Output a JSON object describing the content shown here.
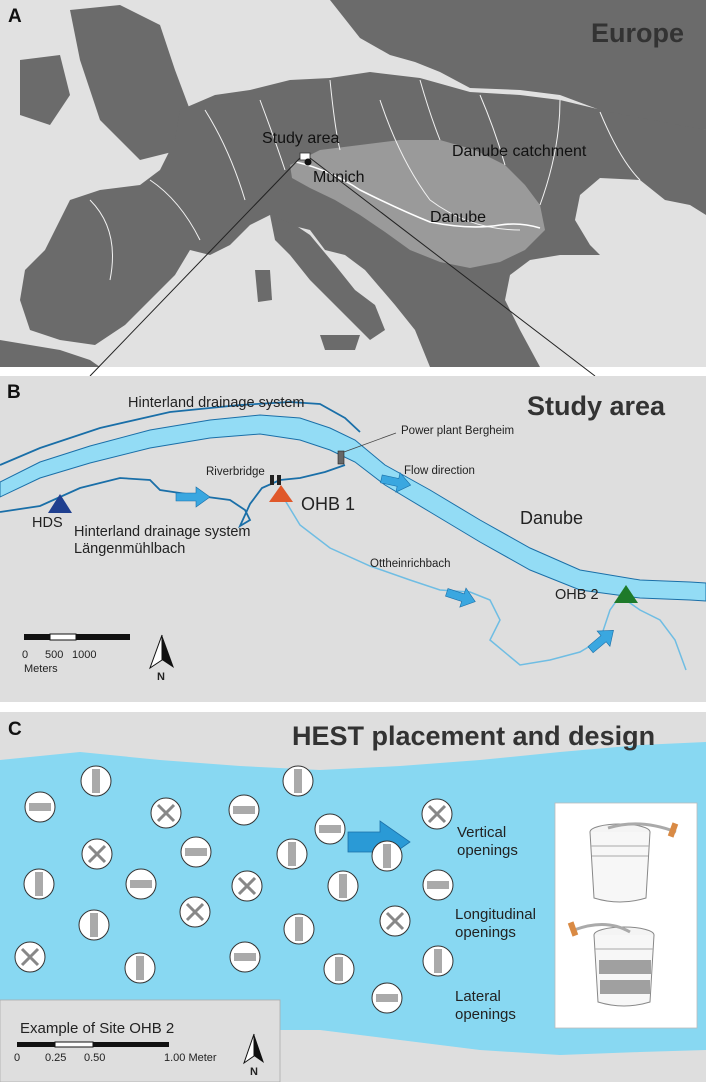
{
  "panel_a": {
    "letter": "A",
    "title": "Europe",
    "labels": {
      "study_area": "Study area",
      "munich": "Munich",
      "danube_catchment": "Danube catchment",
      "danube": "Danube"
    }
  },
  "panel_b": {
    "letter": "B",
    "title": "Study area",
    "labels": {
      "hinterland_top": "Hinterland drainage system",
      "power_plant": "Power plant Bergheim",
      "flow_direction": "Flow direction",
      "riverbridge": "Riverbridge",
      "ohb1": "OHB 1",
      "hds": "HDS",
      "hinterland_bottom_1": "Hinterland drainage system",
      "hinterland_bottom_2": "Längenmühlbach",
      "danube": "Danube",
      "ottheinrichbach": "Ottheinrichbach",
      "ohb2": "OHB 2"
    },
    "scale": {
      "ticks": [
        "0",
        "500",
        "1000"
      ],
      "unit": "Meters"
    },
    "north": "N",
    "colors": {
      "hds": "#1f3f8f",
      "ohb1": "#e0582a",
      "ohb2": "#1e7a2a",
      "river": "#93dcf5",
      "stream": "#1a6fa8"
    }
  },
  "panel_c": {
    "letter": "C",
    "title": "HEST placement and design",
    "labels": {
      "vertical_1": "Vertical",
      "vertical_2": "openings",
      "longitudinal_1": "Longitudinal",
      "longitudinal_2": "openings",
      "lateral_1": "Lateral",
      "lateral_2": "openings"
    },
    "example": "Example of Site OHB 2",
    "scale": {
      "ticks": [
        "0",
        "0.25",
        "0.50",
        "1.00 Meter"
      ]
    },
    "north": "N",
    "colors": {
      "water": "#88d8f2",
      "arrow": "#2a9ad6"
    }
  }
}
